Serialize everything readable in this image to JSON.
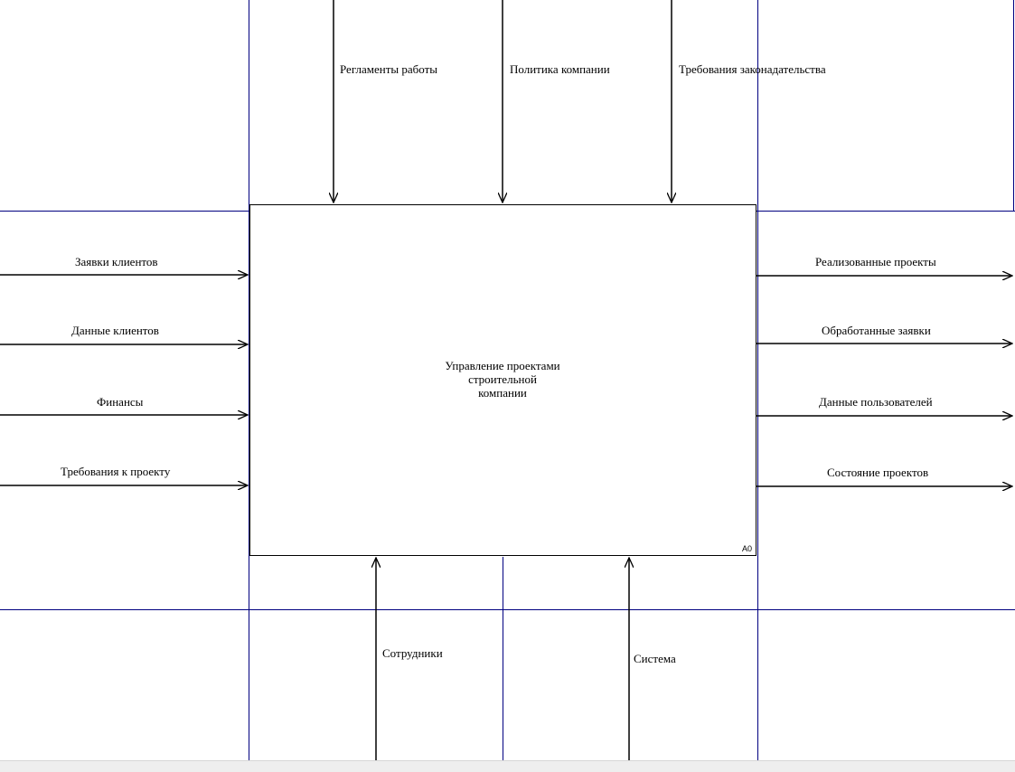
{
  "function": {
    "title_lines": [
      "Управление проектами",
      "строительной",
      "компании"
    ],
    "node": "A0"
  },
  "controls": [
    "Регламенты работы",
    "Политика компании",
    "Требования законадательства"
  ],
  "inputs": [
    "Заявки клиентов",
    "Данные клиентов",
    "Финансы",
    "Требования к проекту"
  ],
  "outputs": [
    "Реализованные проекты",
    "Обработанные заявки",
    "Данные пользователей",
    "Состояние проектов"
  ],
  "mechanisms": [
    "Сотрудники",
    "Система"
  ],
  "colors": {
    "page_grid": "#000080",
    "arrow": "#000000",
    "box_border": "#000000"
  }
}
